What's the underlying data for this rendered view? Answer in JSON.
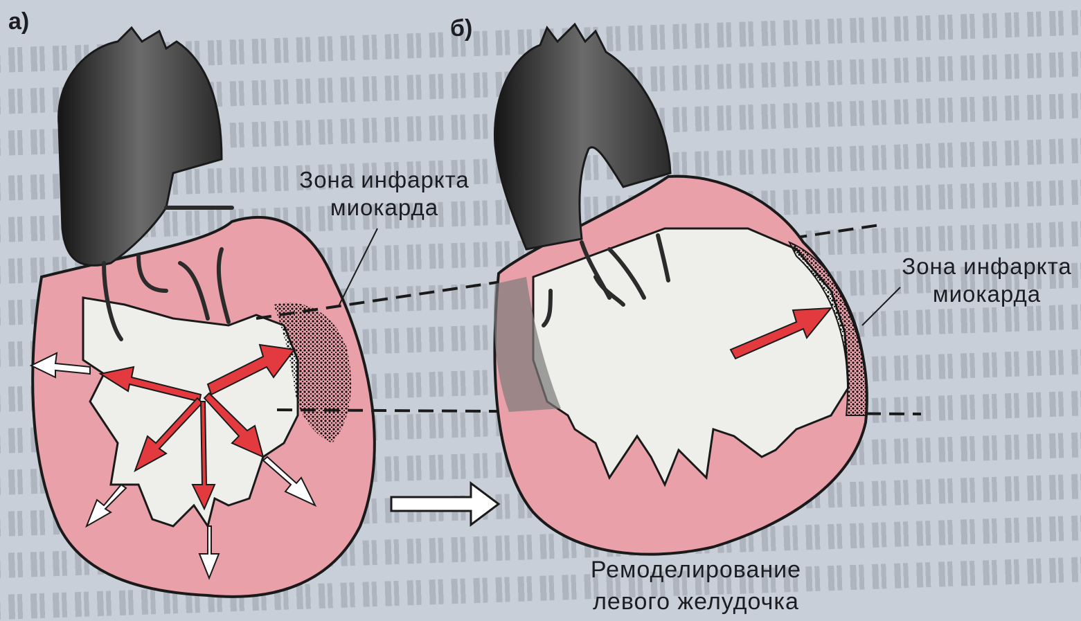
{
  "panels": {
    "a": {
      "label": "а)"
    },
    "b": {
      "label": "б)"
    }
  },
  "labels": {
    "infarct_zone_a": [
      "Зона инфаркта",
      "миокарда"
    ],
    "infarct_zone_b": [
      "Зона инфаркта",
      "миокарда"
    ],
    "remodeling": [
      "Ремоделирование",
      "левого желудочка"
    ]
  },
  "colors": {
    "myocardium": "#e9a0a9",
    "arrow_red": "#e23a3f",
    "vessel_dark": "#3a3a3a",
    "cavity": "#eeeeea",
    "outline": "#1a1a1a"
  }
}
